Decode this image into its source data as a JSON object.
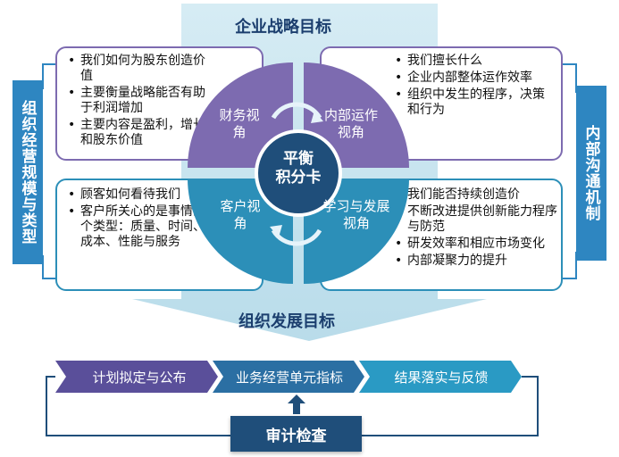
{
  "top_title": "企业战略目标",
  "bottom_title": "组织发展目标",
  "left_bar": "组织经营规模与类型",
  "right_bar": "内部沟通机制",
  "center_label": [
    "平衡",
    "积分卡"
  ],
  "quadrants": {
    "finance": "财务视角",
    "internal": "内部运作视角",
    "customer": "客户视角",
    "learning": "学习与发展视角"
  },
  "boxes": {
    "top_left": [
      "我们如何为股东创造价值",
      "主要衡量战略能否有助于利润增加",
      "主要内容是盈利，增长和股东价值"
    ],
    "top_right": [
      "我们擅长什么",
      "企业内部整体运作效率",
      "组织中发生的程序，决策和行为"
    ],
    "bottom_left": [
      "顾客如何看待我们",
      "客户所关心的是事情四个类型：质量、时间、成本、性能与服务"
    ],
    "bottom_right": [
      "我们能否持续创造价",
      "不断改进提供创新能力程序与防范",
      "研发效率和相应市场变化",
      "内部凝聚力的提升"
    ]
  },
  "process": [
    "计划拟定与公布",
    "业务经营单元指标",
    "结果落实与反馈"
  ],
  "audit": "审计检查",
  "colors": {
    "purple": "#7d6bb0",
    "teal": "#2c8fb8",
    "navy": "#1f4e7a",
    "bar_blue": "#2e86c1"
  }
}
